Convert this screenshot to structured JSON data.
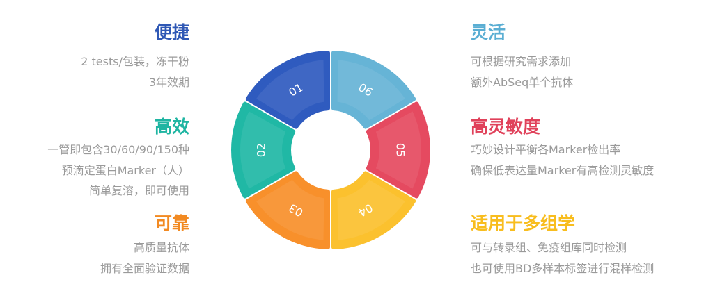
{
  "left": [
    {
      "title": "便捷",
      "color": "#2f58b5",
      "lines": [
        "2 tests/包装，冻干粉",
        "3年效期"
      ]
    },
    {
      "title": "高效",
      "color": "#1fb5a2",
      "lines": [
        "一管即包含30/60/90/150种",
        "预滴定蛋白Marker（人）",
        "简单复溶，即可使用"
      ]
    },
    {
      "title": "可靠",
      "color": "#f28a22",
      "lines": [
        "高质量抗体",
        "拥有全面验证数据"
      ]
    }
  ],
  "right": [
    {
      "title": "灵活",
      "color": "#5aaed3",
      "lines": [
        "可根据研究需求添加",
        "额外AbSeq单个抗体"
      ]
    },
    {
      "title": "高灵敏度",
      "color": "#e0415a",
      "lines": [
        "巧妙设计平衡各Marker检出率",
        "确保低表达量Marker有高检测灵敏度"
      ]
    },
    {
      "title": "适用于多组学",
      "color": "#f8bd1e",
      "lines": [
        "可与转录组、免疫组库同时检测",
        "也可使用BD多样本标签进行混样检测"
      ]
    }
  ],
  "ring": [
    {
      "label": "01",
      "color": "#2f5bbf"
    },
    {
      "label": "02",
      "color": "#20b8a5"
    },
    {
      "label": "03",
      "color": "#f8902b"
    },
    {
      "label": "04",
      "color": "#fbc12e"
    },
    {
      "label": "05",
      "color": "#e54a60"
    },
    {
      "label": "06",
      "color": "#66b4d6"
    }
  ]
}
